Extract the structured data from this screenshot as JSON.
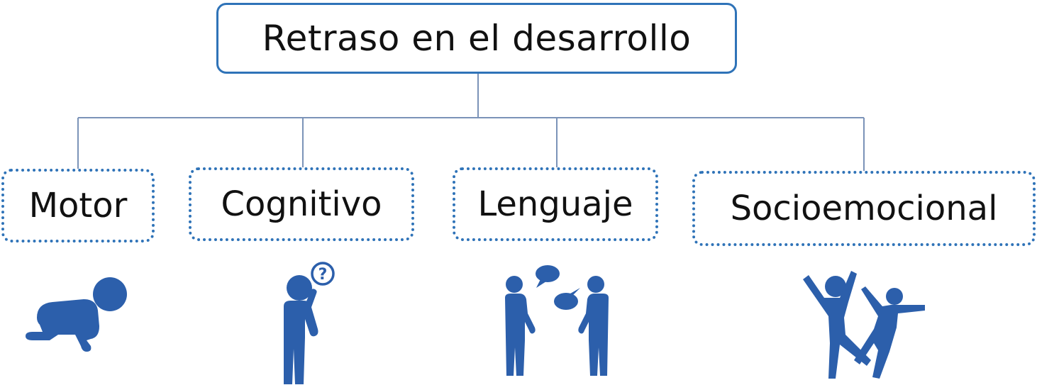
{
  "diagram": {
    "root": {
      "label": "Retraso en el desarrollo"
    },
    "categories": [
      {
        "id": "motor",
        "label": "Motor",
        "icon": "crawling-baby-icon"
      },
      {
        "id": "cognitivo",
        "label": "Cognitivo",
        "icon": "thinking-person-question-icon"
      },
      {
        "id": "lenguaje",
        "label": "Lenguaje",
        "icon": "two-people-talking-icon"
      },
      {
        "id": "socioemocional",
        "label": "Socioemocional",
        "icon": "two-people-dancing-icon"
      }
    ]
  },
  "colors": {
    "box_border": "#2f73b8",
    "connector": "#7b93b8",
    "icon_fill": "#2c5fab",
    "text": "#111111"
  },
  "icons": {
    "question_mark": "?"
  }
}
